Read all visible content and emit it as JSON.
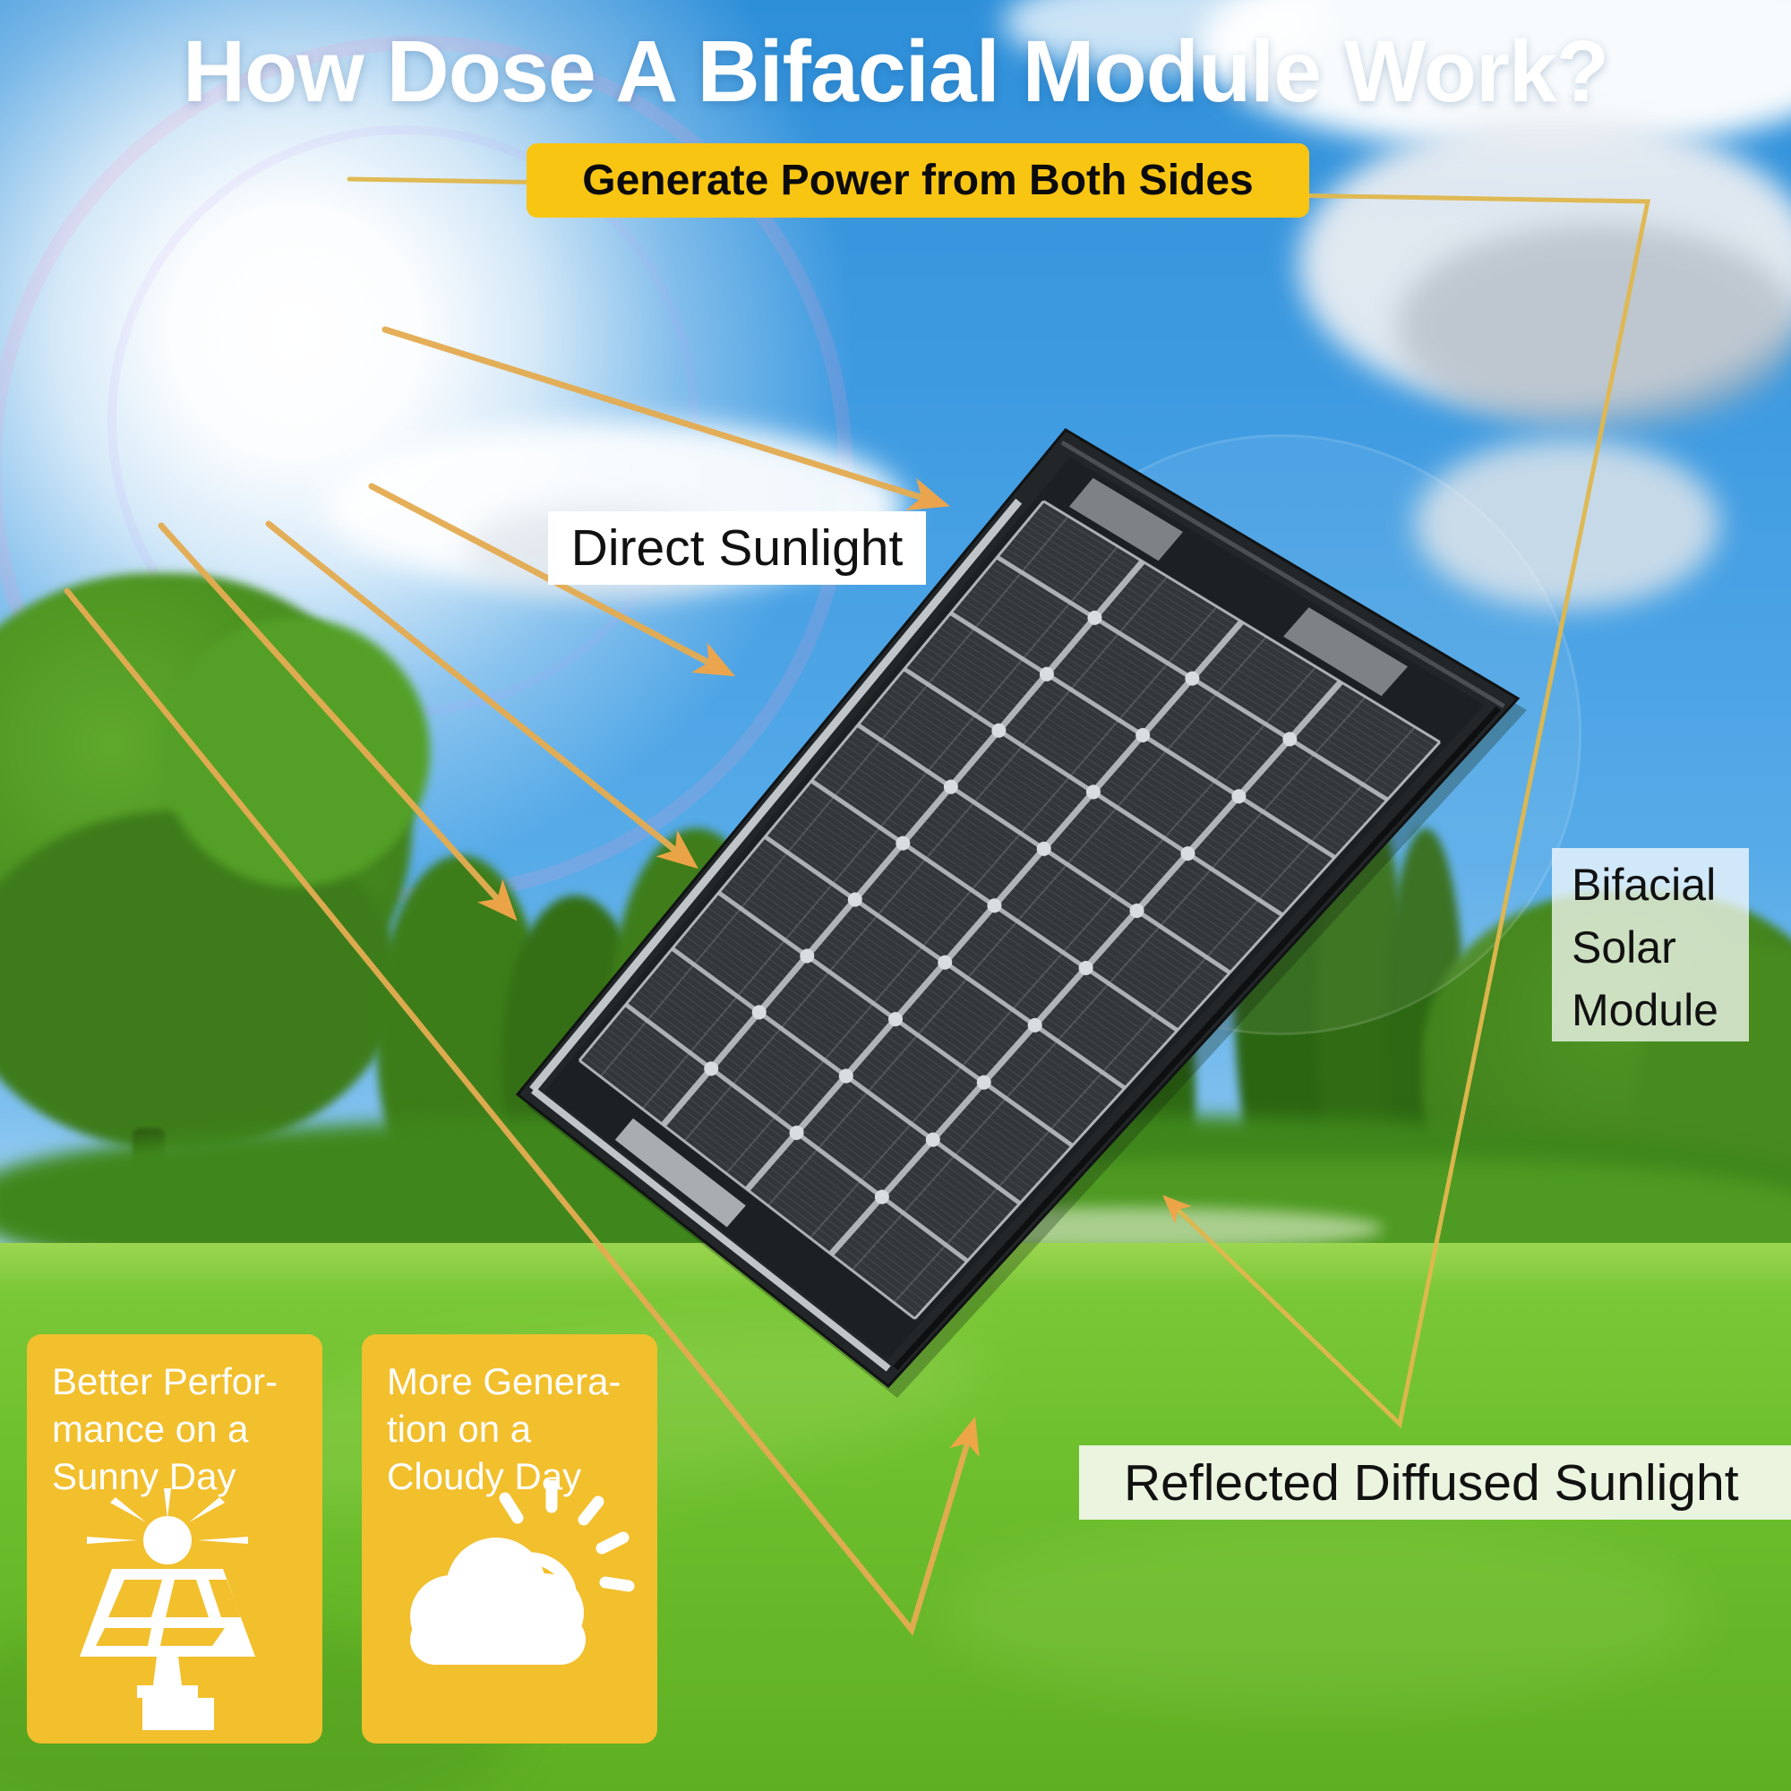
{
  "title": "How Dose A Bifacial Module Work?",
  "banner": {
    "label": "Generate Power from Both Sides"
  },
  "annotations": {
    "direct_sunlight": "Direct Sunlight",
    "module_lines": [
      "Bifacial",
      "Solar",
      "Module"
    ],
    "reflected": "Reflected Diffused Sunlight"
  },
  "cards": [
    {
      "lines": [
        "Better Perfor-",
        "mance on a",
        "Sunny Day"
      ],
      "icon": "sun-over-solar-panel-icon"
    },
    {
      "lines": [
        "More Genera-",
        "tion on a",
        "Cloudy Day"
      ],
      "icon": "sun-behind-cloud-icon"
    }
  ],
  "colors": {
    "banner_yellow": "#F9C513",
    "card_yellow": "#F2BF2D",
    "ray_gold": "#E4AC52",
    "path_gold": "#E0B84E",
    "arrowhead_orange": "#F2A548",
    "sky_blue": "#4AA0E2",
    "grass_green": "#6FBF2D"
  }
}
